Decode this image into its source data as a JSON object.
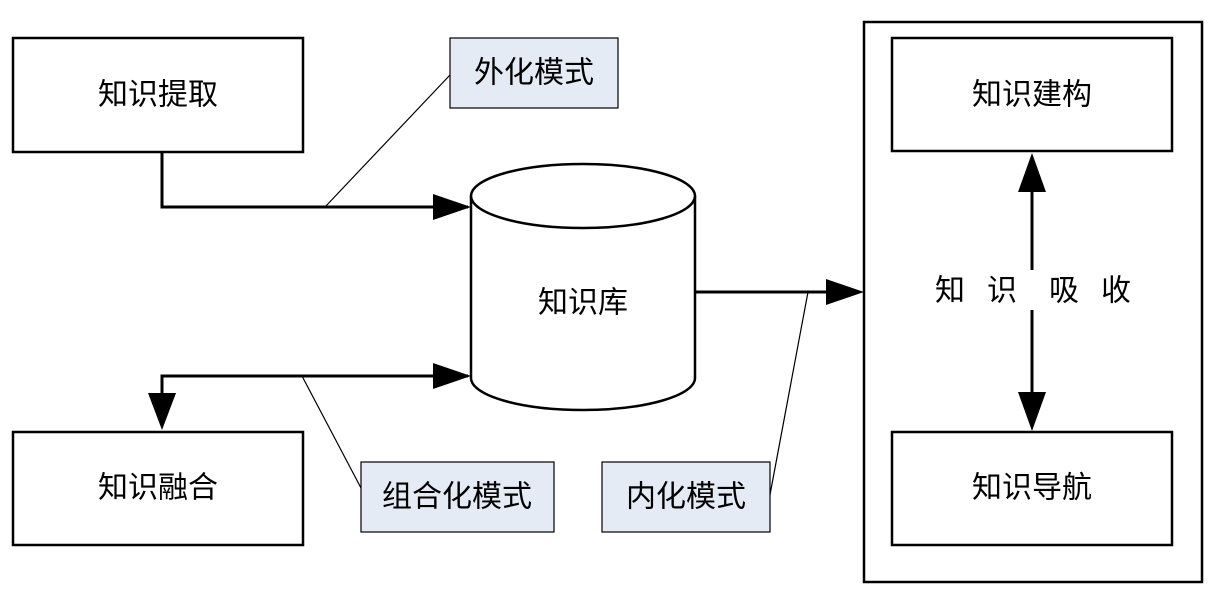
{
  "nodes": {
    "extraction": "知识提取",
    "fusion": "知识融合",
    "repository": "知识库",
    "construction": "知识建构",
    "navigation": "知识导航"
  },
  "absorption": {
    "chars": [
      "知",
      "识",
      "吸",
      "收"
    ]
  },
  "modes": {
    "externalization": "外化模式",
    "combination": "组合化模式",
    "internalization": "内化模式"
  },
  "colors": {
    "line": "#000000",
    "callout_fill": "#e5ebf5",
    "box_fill": "#ffffff"
  }
}
